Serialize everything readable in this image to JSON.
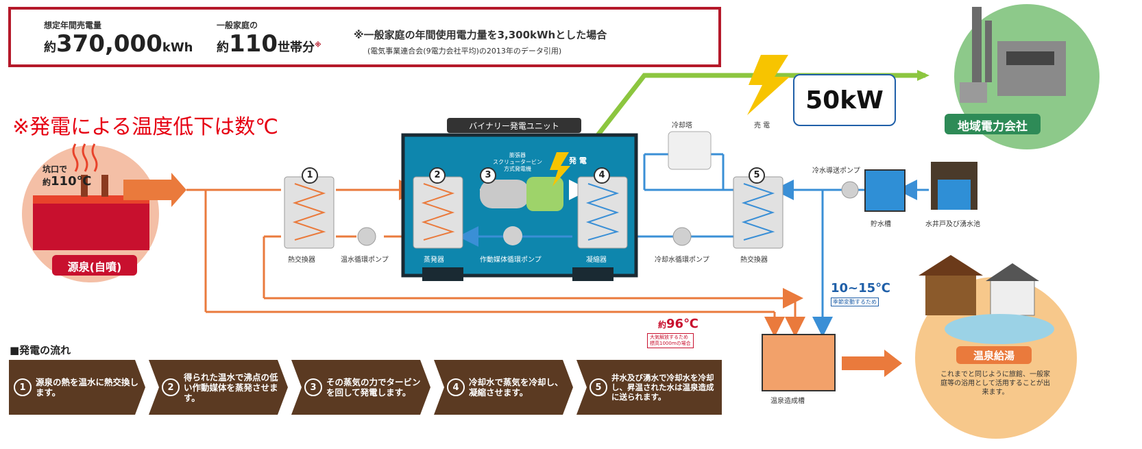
{
  "summary": {
    "annual_label": "想定年間売電量",
    "annual_prefix": "約",
    "annual_value": "370,000",
    "annual_unit": "kWh",
    "household_label": "一般家庭の",
    "household_prefix": "約",
    "household_value": "110",
    "household_unit": "世帯分",
    "household_mark": "※",
    "note_main": "※一般家庭の年間使用電力量を3,300kWhとした場合",
    "note_sub": "(電気事業連合会(9電力会社平均)の2013年のデータ引用)"
  },
  "temperature_note": "※発電による温度低下は数℃",
  "power_output": "50kW",
  "labels": {
    "unit_title": "バイナリー発電ユニット",
    "turbine": "膨張器\nスクリュータービン\n方式発電機",
    "generation": "発 電",
    "sale": "売 電",
    "cooling_tower": "冷却塔",
    "utility": "地域電力会社",
    "source_well_top": "坑口で",
    "source_well_temp_prefix": "約",
    "source_well_temp": "110℃",
    "source": "源泉(自噴)",
    "heat_exchanger_1": "熱交換器",
    "hot_water_pump": "温水循環ポンプ",
    "evaporator": "蒸発器",
    "working_fluid_pump": "作動媒体循環ポンプ",
    "condenser": "凝縮器",
    "cooling_water_pump": "冷却水循環ポンプ",
    "heat_exchanger_5": "熱交換器",
    "intake_pump": "冷水導送ポンプ",
    "storage_tank": "貯水槽",
    "well_spring": "水井戸及び湧水池",
    "cold_temp": "10~15℃",
    "cold_note": "季節変動するため",
    "hot_temp_prefix": "約",
    "hot_temp": "96℃",
    "hot_note_1": "大気解放するため",
    "hot_note_2": "標高1000mの場合",
    "mixing_tank": "温泉造成槽",
    "hot_spring_supply": "温泉給湯",
    "hot_spring_desc": "これまでと同じように旅館、一般家庭等の浴用として活用することが出来ます。"
  },
  "numbers": [
    "1",
    "2",
    "3",
    "4",
    "5"
  ],
  "flow": {
    "title": "■発電の流れ",
    "steps": [
      {
        "num": "1",
        "text": "源泉の熱を温水に熱交換します。"
      },
      {
        "num": "2",
        "text": "得られた温水で沸点の低い作動媒体を蒸発させます。"
      },
      {
        "num": "3",
        "text": "その蒸気の力でタービンを回して発電します。"
      },
      {
        "num": "4",
        "text": "冷却水で蒸気を冷却し、凝縮させます。"
      },
      {
        "num": "5",
        "text": "井水及び湧水で冷却水を冷却し、昇温された水は温泉造成に送られます。"
      }
    ]
  },
  "colors": {
    "hot": "#ea7a3c",
    "hot_light": "#f0a070",
    "cold": "#3a8fd6",
    "green_line": "#8cc63f",
    "unit_bg": "#0e86ad",
    "unit_border": "#1a2a33",
    "accent_red": "#e60012",
    "box_border": "#b5192a",
    "step_bg": "#5b3a22"
  }
}
